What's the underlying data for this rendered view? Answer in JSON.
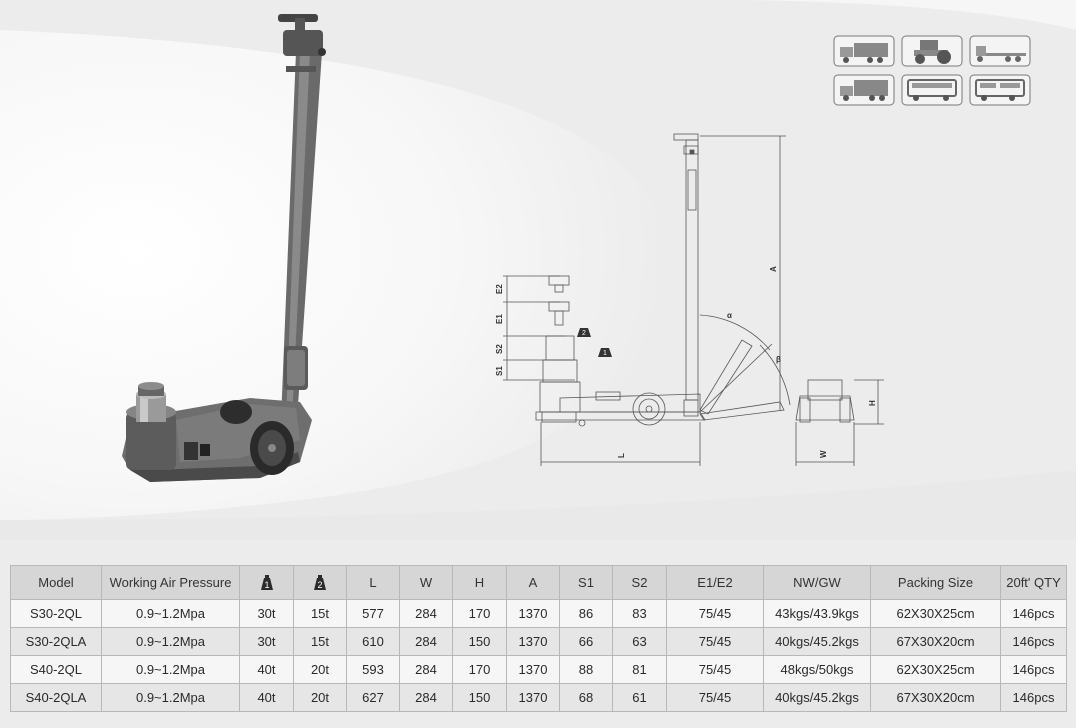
{
  "vehicle_icons": [
    "truck-icon",
    "tractor-icon",
    "flatbed-trailer-icon",
    "van-truck-icon",
    "bus-icon",
    "coach-icon"
  ],
  "diagram": {
    "labels": {
      "a": "A",
      "e2": "E2",
      "e1": "E1",
      "s2": "S2",
      "s1": "S1",
      "l": "L",
      "w": "W",
      "h": "H",
      "stage1": "1",
      "stage2": "2",
      "alpha": "α",
      "beta": "β"
    }
  },
  "table": {
    "headers": [
      "Model",
      "Working Air Pressure",
      "",
      "",
      "L",
      "W",
      "H",
      "A",
      "S1",
      "S2",
      "E1/E2",
      "NW/GW",
      "Packing Size",
      "20ft' QTY"
    ],
    "stage_icons": {
      "h2": "1",
      "h3": "2"
    },
    "rows": [
      [
        "S30-2QL",
        "0.9~1.2Mpa",
        "30t",
        "15t",
        "577",
        "284",
        "170",
        "1370",
        "86",
        "83",
        "75/45",
        "43kgs/43.9kgs",
        "62X30X25cm",
        "146pcs"
      ],
      [
        "S30-2QLA",
        "0.9~1.2Mpa",
        "30t",
        "15t",
        "610",
        "284",
        "150",
        "1370",
        "66",
        "63",
        "75/45",
        "40kgs/45.2kgs",
        "67X30X20cm",
        "146pcs"
      ],
      [
        "S40-2QL",
        "0.9~1.2Mpa",
        "40t",
        "20t",
        "593",
        "284",
        "170",
        "1370",
        "88",
        "81",
        "75/45",
        "48kgs/50kgs",
        "62X30X25cm",
        "146pcs"
      ],
      [
        "S40-2QLA",
        "0.9~1.2Mpa",
        "40t",
        "20t",
        "627",
        "284",
        "150",
        "1370",
        "68",
        "61",
        "75/45",
        "40kgs/45.2kgs",
        "67X30X20cm",
        "146pcs"
      ]
    ]
  }
}
